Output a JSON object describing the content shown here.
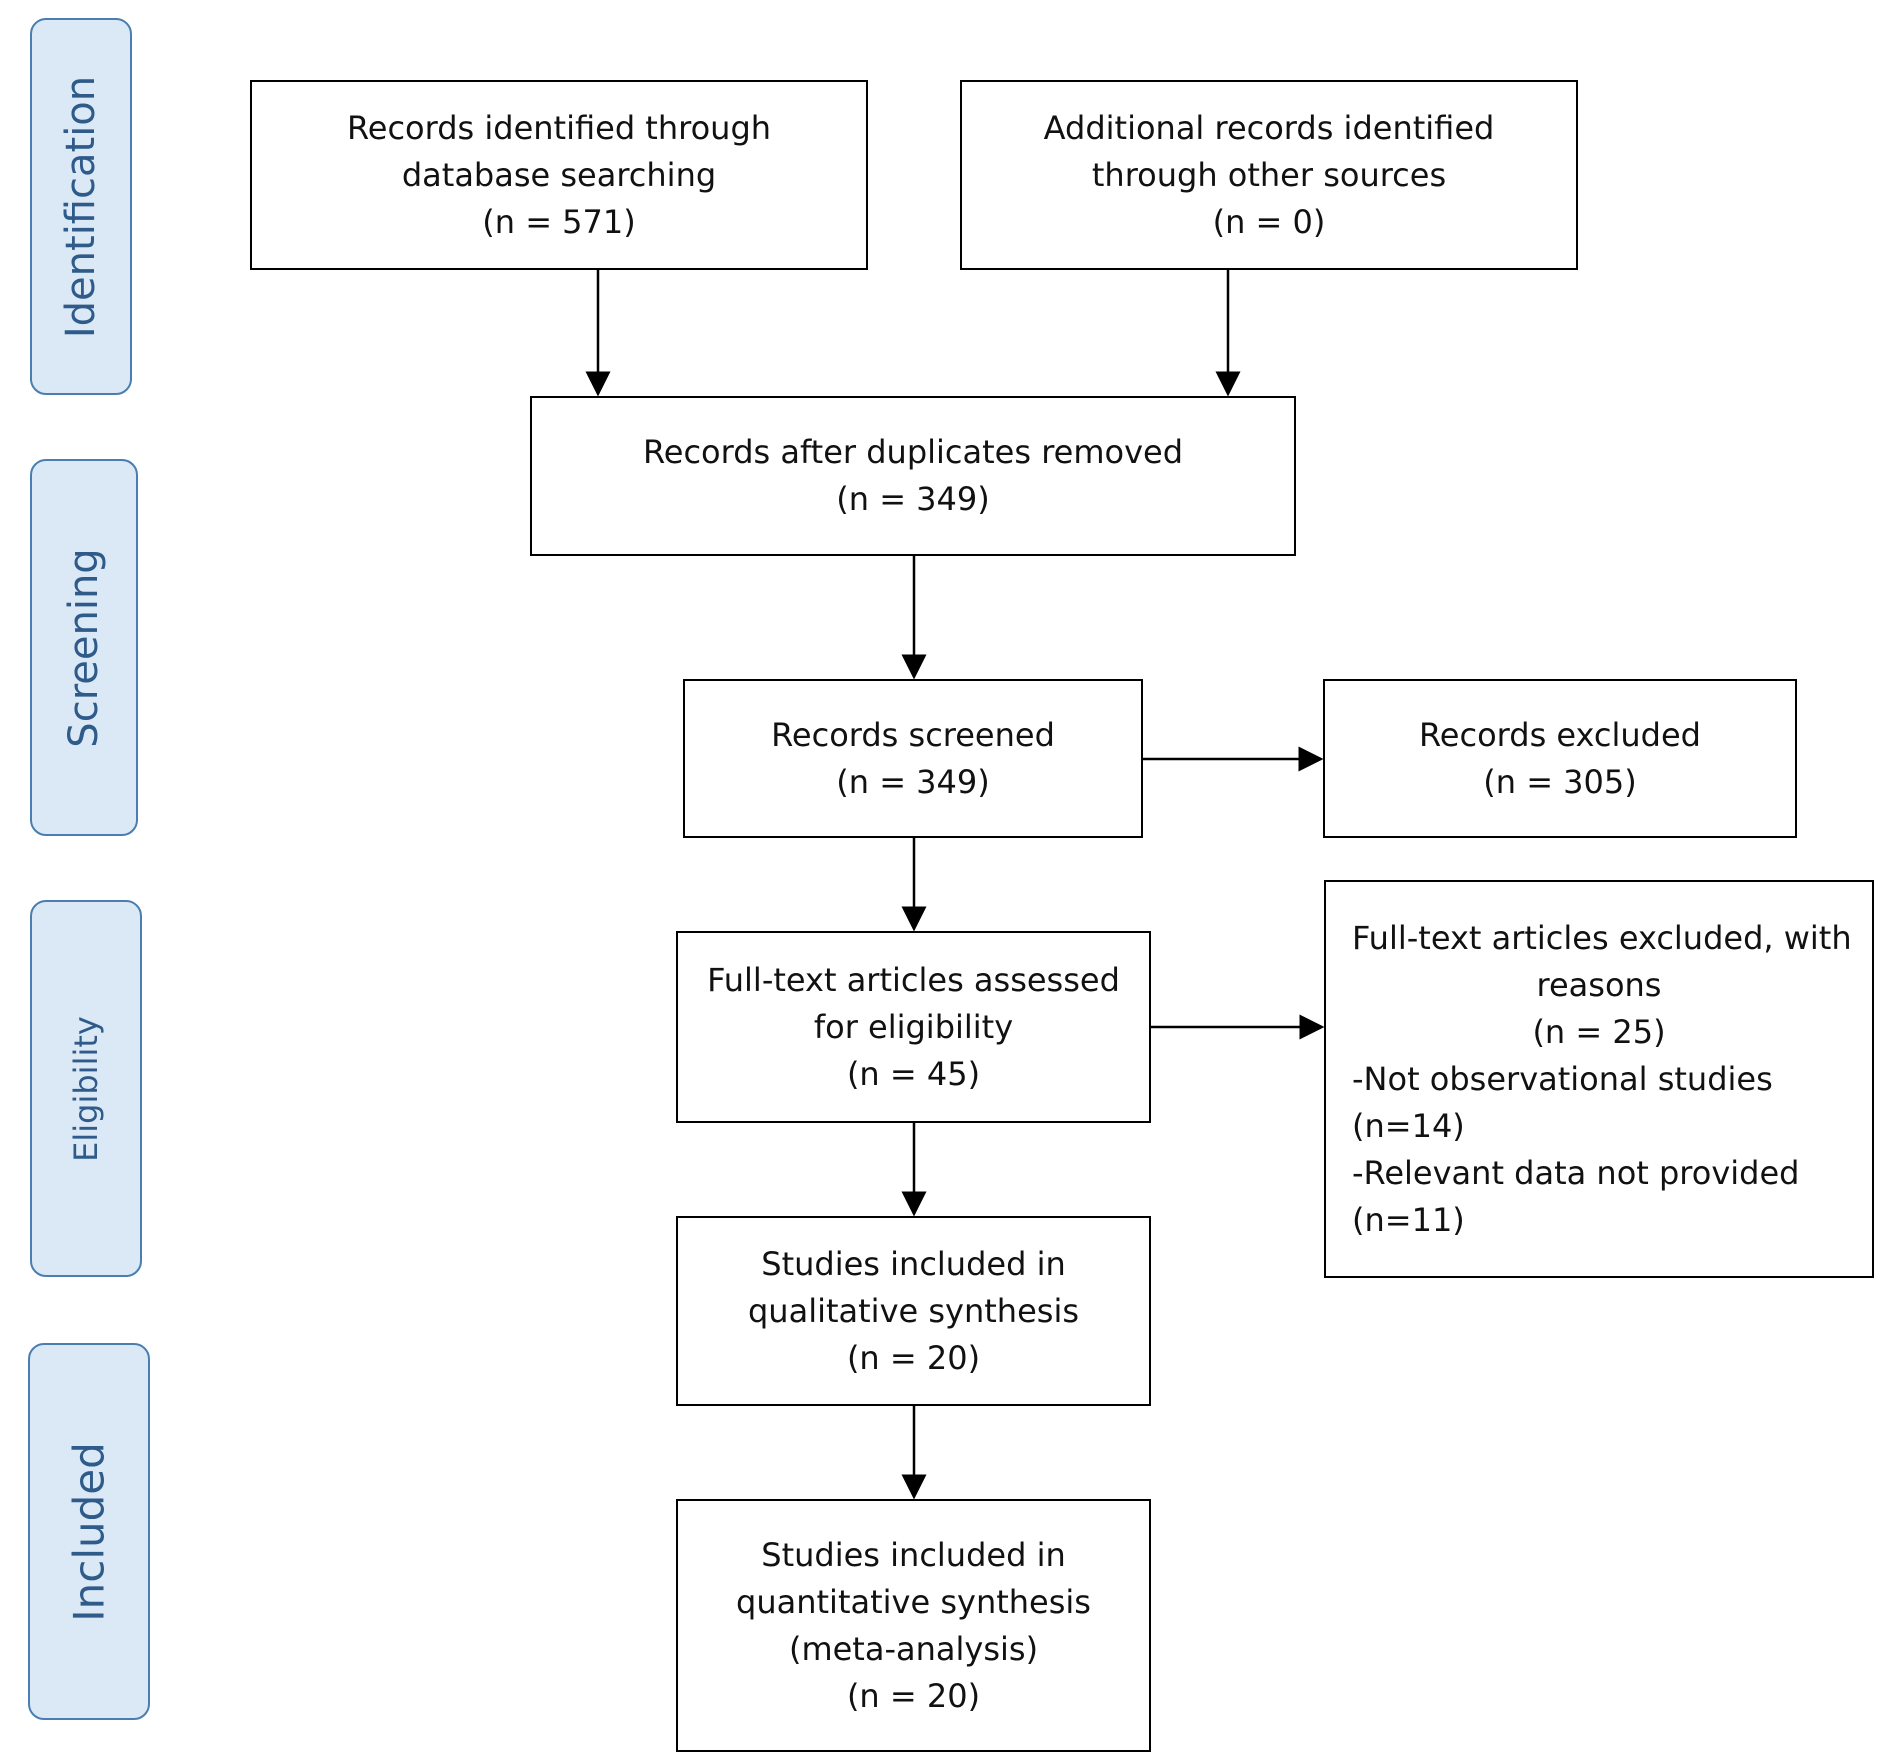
{
  "stages": {
    "identification": "Identification",
    "screening": "Screening",
    "eligibility": "Eligibility",
    "included": "Included"
  },
  "boxes": {
    "database": {
      "line1": "Records identified through",
      "line2": "database searching",
      "line3": "(n = 571)"
    },
    "other_sources": {
      "line1": "Additional records identified",
      "line2": "through other sources",
      "line3": "(n = 0)"
    },
    "duplicates_removed": {
      "line1": "Records after duplicates removed",
      "line2": "(n = 349)"
    },
    "screened": {
      "line1": "Records screened",
      "line2": "(n = 349)"
    },
    "excluded": {
      "line1": "Records excluded",
      "line2": "(n = 305)"
    },
    "fulltext_assessed": {
      "line1": "Full-text articles assessed",
      "line2": "for eligibility",
      "line3": "(n = 45)"
    },
    "fulltext_excluded": {
      "line1": "Full-text articles excluded, with",
      "line2": "reasons",
      "line3": "(n = 25)",
      "reason1": "-Not observational studies",
      "reason1_n": "(n=14)",
      "reason2": "-Relevant data not provided",
      "reason2_n": "(n=11)"
    },
    "qualitative": {
      "line1": "Studies included in",
      "line2": "qualitative synthesis",
      "line3": "(n = 20)"
    },
    "quantitative": {
      "line1": "Studies included in",
      "line2": "quantitative synthesis",
      "line3": "(meta-analysis)",
      "line4": "(n = 20)"
    }
  }
}
